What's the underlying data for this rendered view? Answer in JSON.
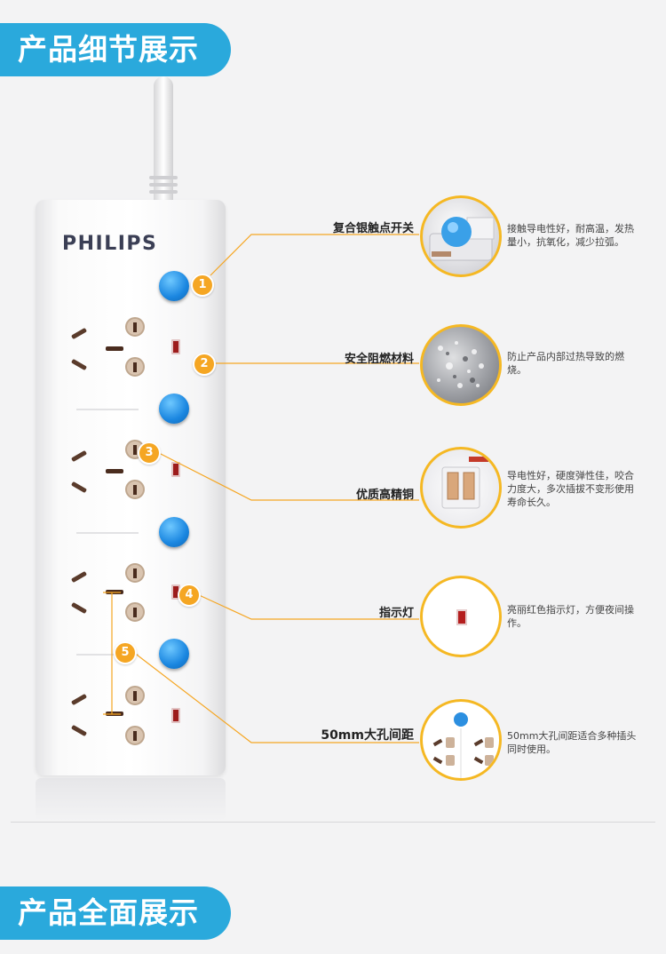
{
  "banners": {
    "top": "产品细节展示",
    "bottom": "产品全面展示"
  },
  "product": {
    "brand": "PHILIPS"
  },
  "colors": {
    "accent_blue": "#2aa9dc",
    "badge_orange": "#f5a623",
    "switch_blue": "#1a86e0",
    "indicator_red": "#9d1c1c"
  },
  "features": [
    {
      "number": "1",
      "title": "复合银触点开关",
      "description": "接触导电性好，耐高温，发热量小，抗氧化，减少拉弧。"
    },
    {
      "number": "2",
      "title": "安全阻燃材料",
      "description": "防止产品内部过热导致的燃烧。"
    },
    {
      "number": "3",
      "title": "优质高精铜",
      "description": "导电性好，硬度弹性佳，咬合力度大，多次插拔不变形使用寿命长久。"
    },
    {
      "number": "4",
      "title": "指示灯",
      "description": "亮丽红色指示灯，方便夜间操作。"
    },
    {
      "number": "5",
      "title": "50mm大孔间距",
      "description": "50mm大孔间距适合多种插头同时使用。"
    }
  ]
}
